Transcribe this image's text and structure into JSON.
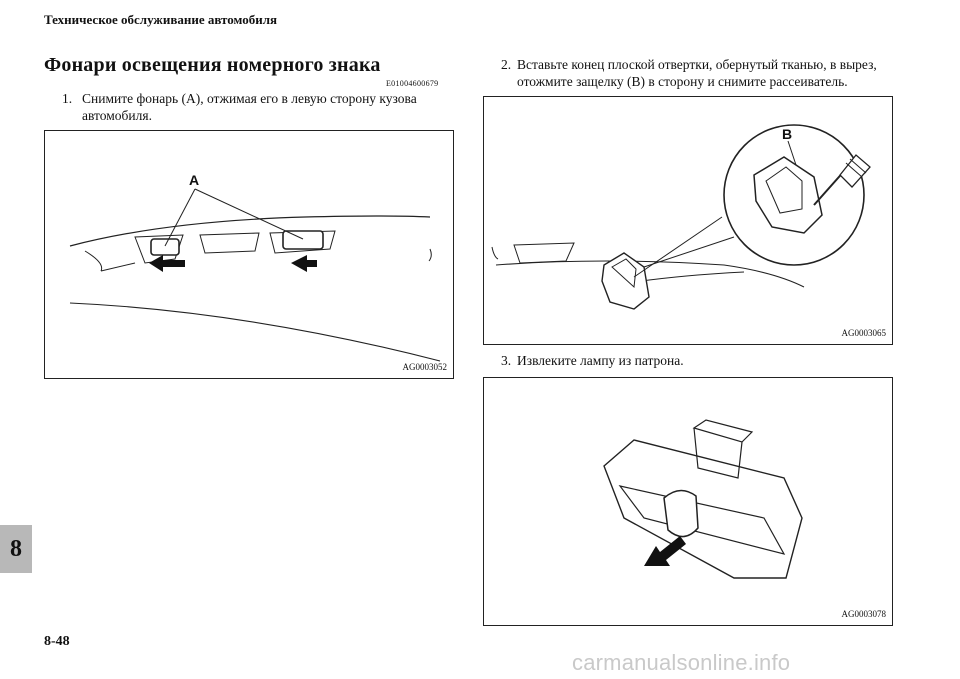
{
  "header": {
    "section_title": "Техническое обслуживание автомобиля"
  },
  "article": {
    "title": "Фонари освещения номерного знака",
    "code": "E01004600679"
  },
  "steps": [
    {
      "number": "1.",
      "line1": "Снимите фонарь (A), отжимая его в левую сторону кузова",
      "line2": "автомобиля."
    },
    {
      "number": "2.",
      "line1": "Вставьте конец плоской отвертки, обернутый тканью, в вырез,",
      "line2": "отожмите защелку (B) в сторону и снимите рассеиватель."
    },
    {
      "number": "3.",
      "line1": "Извлеките лампу из патрона."
    }
  ],
  "figures": [
    {
      "id": "AG0003052",
      "callout": "A"
    },
    {
      "id": "AG0003065",
      "callout": "B"
    },
    {
      "id": "AG0003078"
    }
  ],
  "chapter_tab": "8",
  "page_number": "8-48",
  "watermark": "carmanualsonline.info"
}
